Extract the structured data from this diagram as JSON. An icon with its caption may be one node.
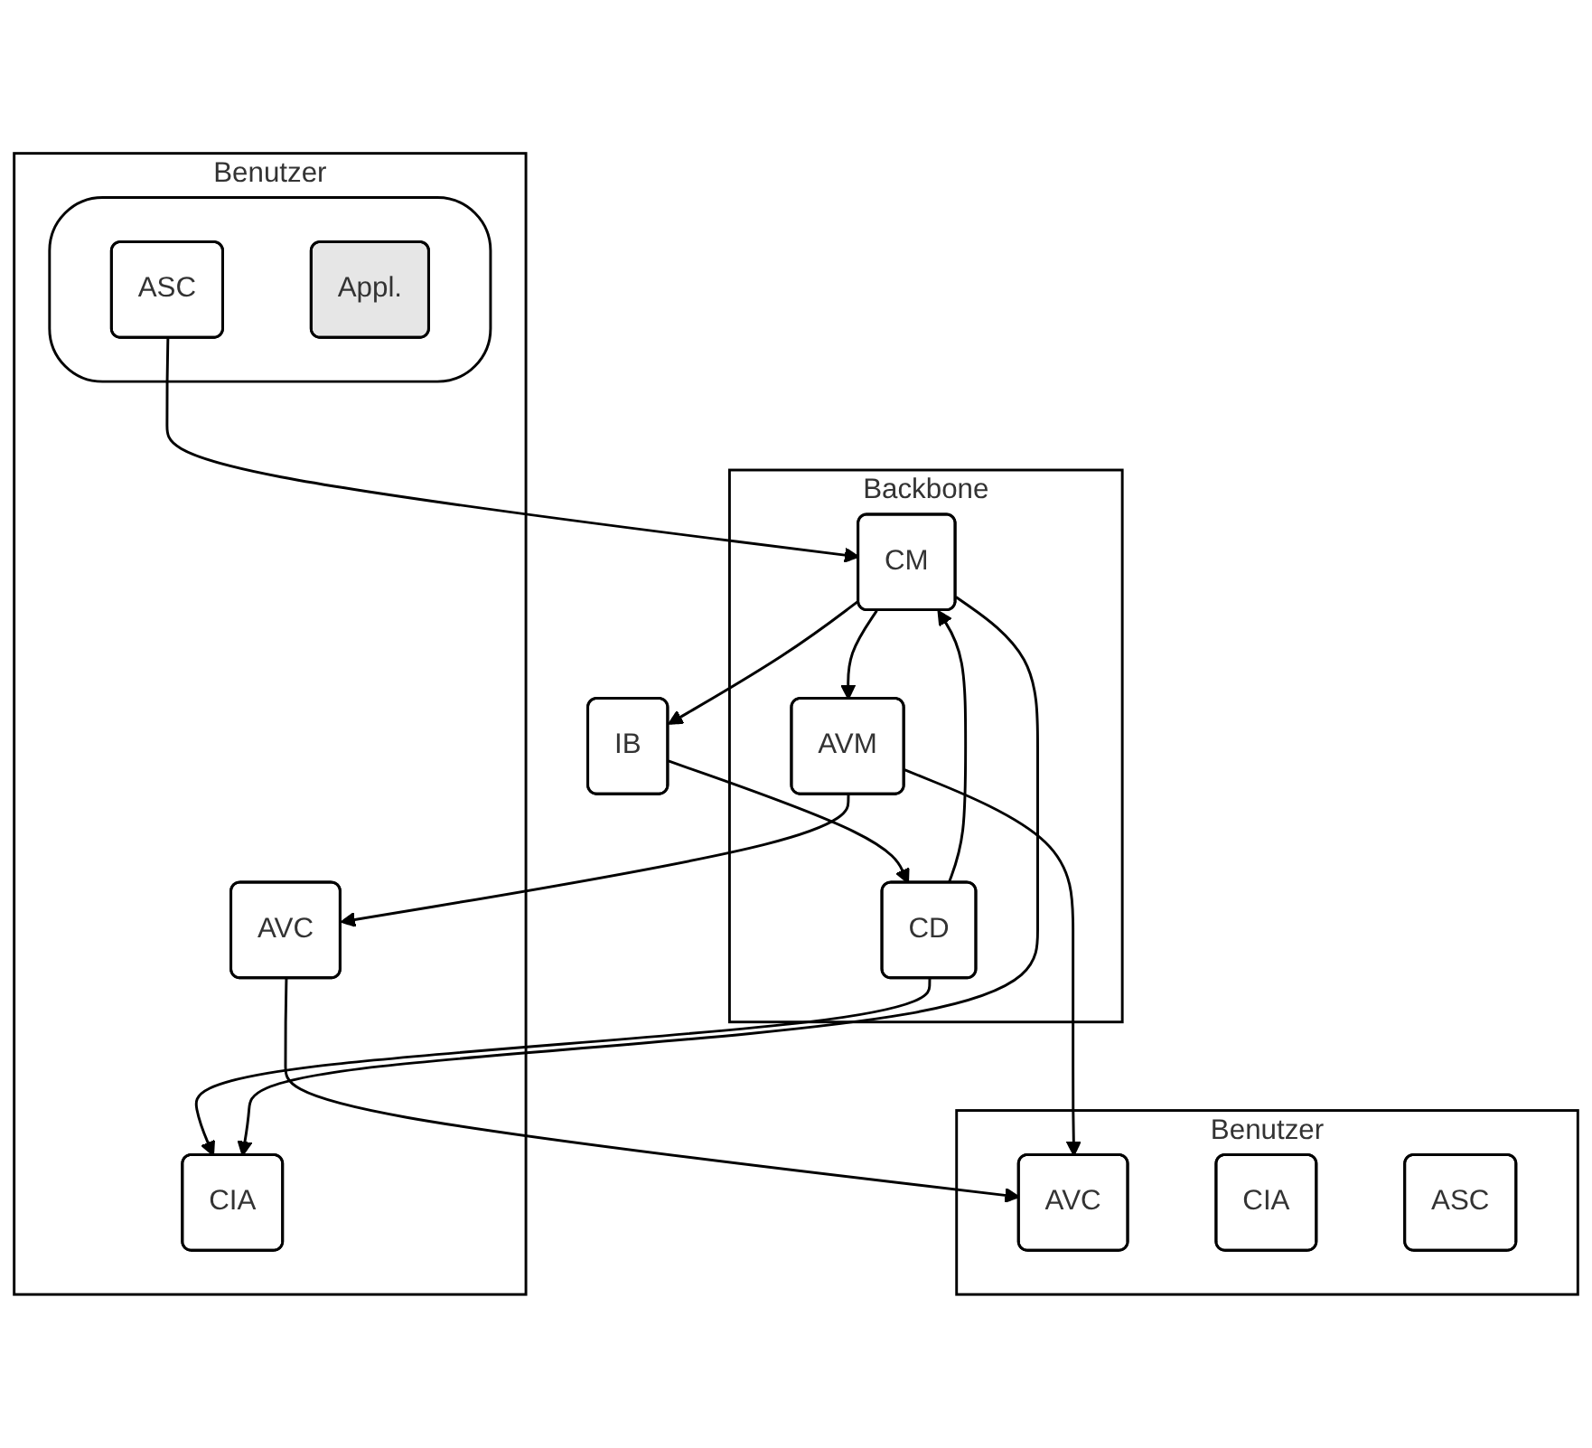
{
  "diagram": {
    "nodes": [
      {
        "text": [
          "Benutzer"
        ]
      },
      {
        "text": [
          "CIA"
        ],
        "in": 0
      },
      {
        "text": [],
        "shape": "box",
        "in": 0
      },
      {
        "text": [
          "Appl."
        ],
        "in": 2
      },
      {
        "text": [
          "ASC"
        ],
        "in": 2
      },
      {
        "text": [
          "AVC"
        ],
        "in": 0
      },
      {
        "text": [
          "Backbone"
        ]
      },
      {
        "text": [
          "CD"
        ],
        "in": 6
      },
      {
        "text": [
          "CM"
        ],
        "in": 6
      },
      {
        "text": [
          "AVM"
        ],
        "in": 6
      },
      {
        "text": [
          "IB"
        ]
      },
      {
        "text": [
          "Benutzer"
        ]
      },
      {
        "text": [
          "CIA"
        ],
        "in": 11
      },
      {
        "text": [
          "ASC"
        ],
        "in": 11
      },
      {
        "text": [
          "AVC"
        ],
        "in": 11
      }
    ],
    "edges": [
      {
        "from": 7,
        "to": 1,
        "arrow": "to"
      },
      {
        "from": 8,
        "to": 1,
        "arrow": "to"
      },
      {
        "from": 7,
        "to": 8,
        "arrow": "to"
      },
      {
        "from": 4,
        "to": 8,
        "arrow": "to"
      },
      {
        "from": 8,
        "to": 10,
        "arrow": "to"
      },
      {
        "from": 10,
        "to": 7,
        "arrow": "to"
      },
      {
        "from": 8,
        "to": 9,
        "arrow": "to"
      },
      {
        "from": 5,
        "to": 14,
        "arrow": "to"
      },
      {
        "from": 9,
        "to": 5,
        "arrow": "to"
      },
      {
        "from": 9,
        "to": 14,
        "arrow": "to"
      }
    ]
  }
}
